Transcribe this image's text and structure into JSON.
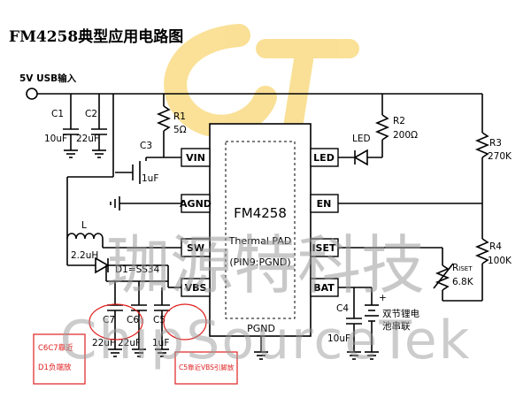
{
  "title": "FM4258典型应用电路图",
  "input_label": "5V USB输入",
  "chip": {
    "name": "FM4258",
    "pad_line1": "Thermal PAD",
    "pad_line2": "(PIN9:PGND)",
    "pins_left": [
      "VIN",
      "AGND",
      "SW",
      "VBS"
    ],
    "pins_right": [
      "LED",
      "EN",
      "ISET",
      "BAT"
    ],
    "pin_bottom": "PGND"
  },
  "components": {
    "c1": {
      "ref": "C1",
      "value": "10uF"
    },
    "c2": {
      "ref": "C2",
      "value": "22uF"
    },
    "r1": {
      "ref": "R1",
      "value": "5Ω"
    },
    "c3": {
      "ref": "C3",
      "value": "1uF"
    },
    "r2": {
      "ref": "R2",
      "value": "200Ω"
    },
    "led": {
      "ref": "LED"
    },
    "r3": {
      "ref": "R3",
      "value": "270K"
    },
    "r4": {
      "ref": "R4",
      "value": "100K"
    },
    "rset": {
      "ref": "R",
      "sub": "ISET",
      "value": "6.8K"
    },
    "l": {
      "ref": "L",
      "value": "2.2uH"
    },
    "d1": {
      "ref": "D1=SS34"
    },
    "c4": {
      "ref": "C4",
      "value": "10uF"
    },
    "c5": {
      "ref": "C5",
      "value": "1uF"
    },
    "c6": {
      "ref": "C6",
      "value": "22uF"
    },
    "c7": {
      "ref": "C7",
      "value": "22uF"
    },
    "battery": {
      "label1": "双节锂电",
      "label2": "池串联",
      "plus": "+"
    }
  },
  "notes": {
    "note1_line1": "C6C7靠近",
    "note1_line2": "D1负端放",
    "note2": "C5靠近VBS引脚放"
  },
  "watermark": {
    "chinese": "珈源特科技",
    "english": "ChipSourceTek",
    "color": "#f5c842"
  },
  "colors": {
    "wire": "#000000",
    "note": "#e02020",
    "watermark_text": "#b0b0b0"
  }
}
